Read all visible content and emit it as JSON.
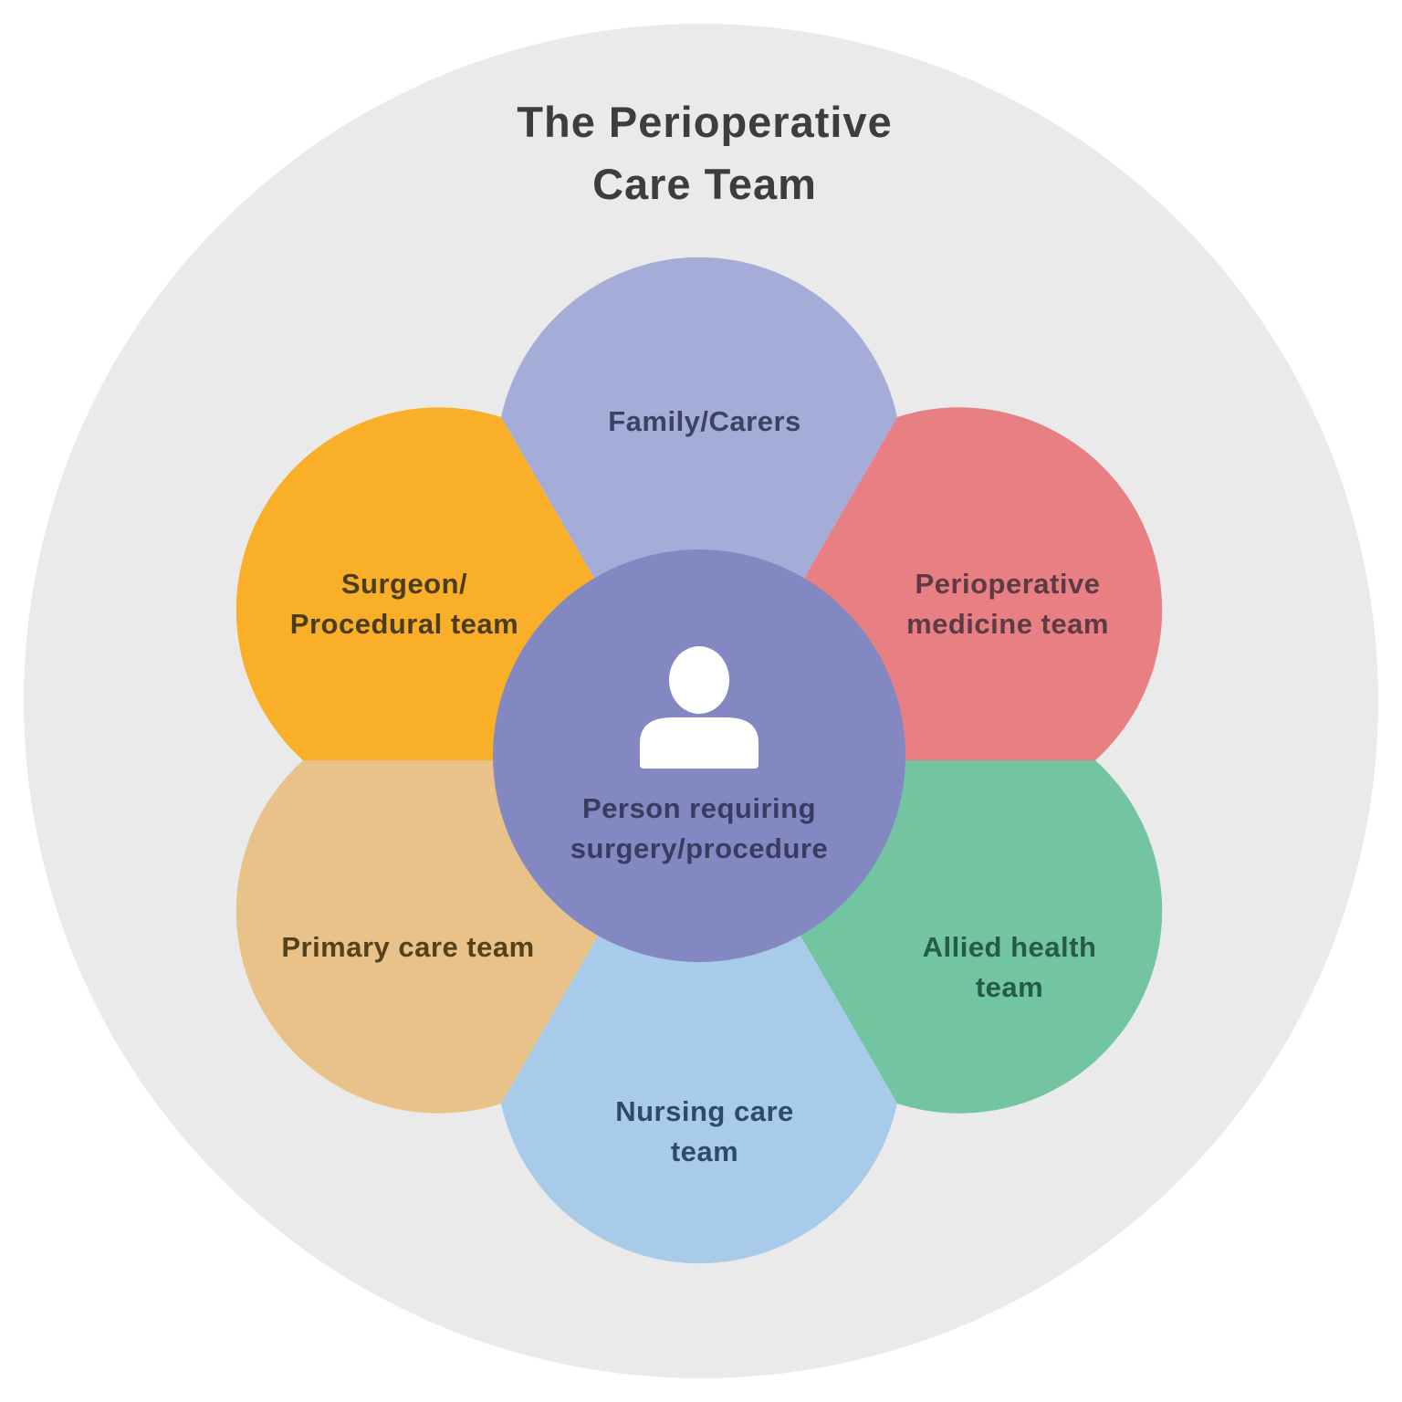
{
  "title": {
    "line1": "The Perioperative",
    "line2": "Care Team"
  },
  "center": {
    "line1": "Person requiring",
    "line2": "surgery/procedure"
  },
  "petals": {
    "family": {
      "label": "Family/Carers"
    },
    "perioperative": {
      "line1": "Perioperative",
      "line2": "medicine team"
    },
    "allied": {
      "line1": "Allied health",
      "line2": "team"
    },
    "nursing": {
      "line1": "Nursing care",
      "line2": "team"
    },
    "primary": {
      "label": "Primary care team"
    },
    "surgeon": {
      "line1": "Surgeon/",
      "line2": "Procedural team"
    }
  },
  "icons": {
    "person": "person-icon"
  },
  "colors": {
    "page_bg": "#ffffff",
    "outer_circle": "#eaeaea",
    "title_text": "#3d3d3d",
    "center_fill": "#8387c2",
    "center_text": "#383c60",
    "person_icon": "#ffffff",
    "family_fill": "#a6acd8",
    "family_text": "#3c4263",
    "perioperative_fill": "#e87f83",
    "perioperative_text": "#5e3a44",
    "allied_fill": "#72c5a0",
    "allied_text": "#265a4a",
    "nursing_fill": "#a8cbe9",
    "nursing_text": "#2c4a6b",
    "primary_fill": "#e8c288",
    "primary_text": "#53421c",
    "surgeon_fill": "#f9b028",
    "surgeon_text": "#4c3c1e"
  }
}
